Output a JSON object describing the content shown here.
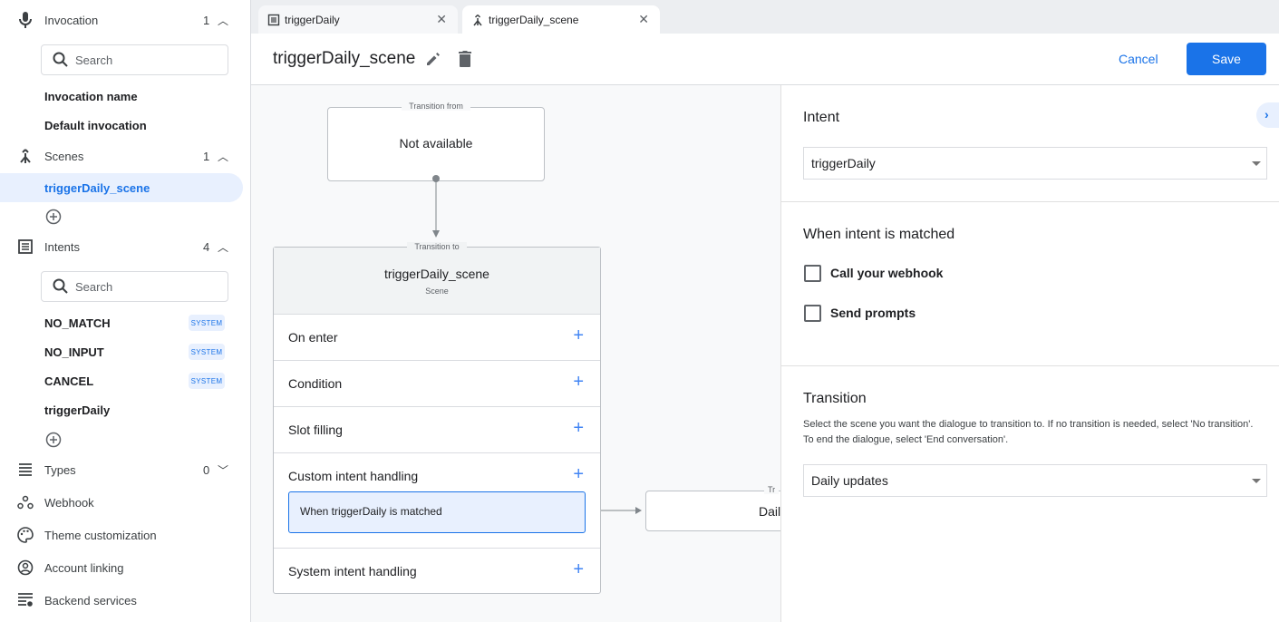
{
  "sidebar": {
    "invocation": {
      "label": "Invocation",
      "count": "1",
      "search_placeholder": "Search",
      "items": [
        "Invocation name",
        "Default invocation"
      ]
    },
    "scenes": {
      "label": "Scenes",
      "count": "1",
      "items": [
        "triggerDaily_scene"
      ]
    },
    "intents": {
      "label": "Intents",
      "count": "4",
      "search_placeholder": "Search",
      "items": [
        {
          "label": "NO_MATCH",
          "badge": "SYSTEM"
        },
        {
          "label": "NO_INPUT",
          "badge": "SYSTEM"
        },
        {
          "label": "CANCEL",
          "badge": "SYSTEM"
        },
        {
          "label": "triggerDaily"
        }
      ]
    },
    "types": {
      "label": "Types",
      "count": "0"
    },
    "webhook": "Webhook",
    "theme": "Theme customization",
    "account": "Account linking",
    "backend": "Backend services"
  },
  "tabs": [
    {
      "label": "triggerDaily",
      "icon": "list-icon",
      "active": false
    },
    {
      "label": "triggerDaily_scene",
      "icon": "scene-merge-icon",
      "active": true
    }
  ],
  "header": {
    "title": "triggerDaily_scene",
    "cancel": "Cancel",
    "save": "Save"
  },
  "canvas": {
    "from": {
      "legend": "Transition from",
      "value": "Not available"
    },
    "to": {
      "legend": "Transition to",
      "title": "triggerDaily_scene",
      "subtitle": "Scene"
    },
    "rows": [
      "On enter",
      "Condition",
      "Slot filling",
      "Custom intent handling",
      "System intent handling"
    ],
    "handler": "When triggerDaily is matched",
    "target": {
      "legend": "Tr",
      "value": "Dail"
    }
  },
  "panel": {
    "intent_label": "Intent",
    "intent_value": "triggerDaily",
    "matched_label": "When intent is matched",
    "webhook": "Call your webhook",
    "prompts": "Send prompts",
    "transition_label": "Transition",
    "transition_desc": "Select the scene you want the dialogue to transition to. If no transition is needed, select 'No transition'. To end the dialogue, select 'End conversation'.",
    "transition_value": "Daily updates"
  },
  "colors": {
    "accent": "#1a73e8",
    "selected_bg": "#e8f0fe",
    "canvas_bg": "#f8f9fa"
  }
}
